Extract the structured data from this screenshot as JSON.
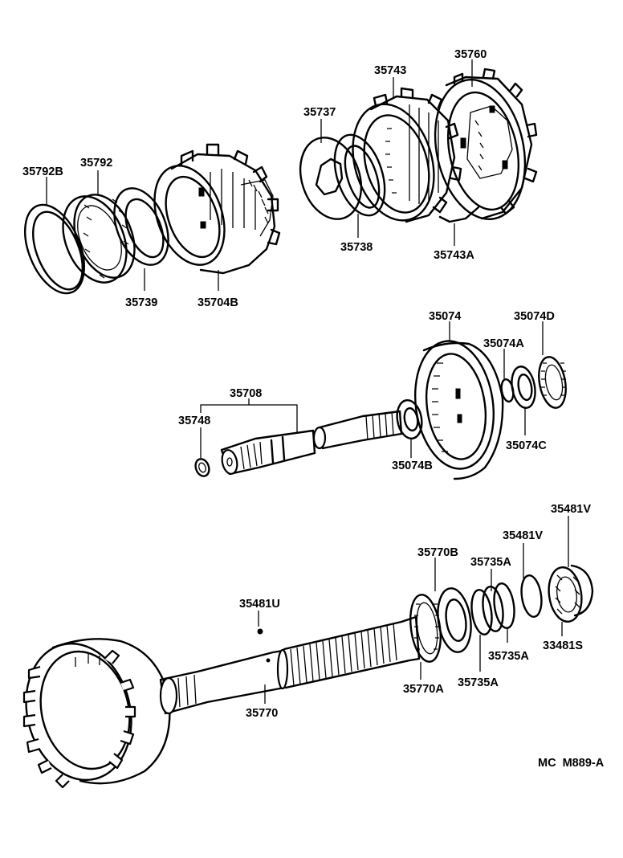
{
  "labels": {
    "l_35792B": "35792B",
    "l_35792": "35792",
    "l_35739": "35739",
    "l_35704B": "35704B",
    "l_35737": "35737",
    "l_35743": "35743",
    "l_35760": "35760",
    "l_35738": "35738",
    "l_35743A": "35743A",
    "l_35074": "35074",
    "l_35074D": "35074D",
    "l_35074A": "35074A",
    "l_35708": "35708",
    "l_35748": "35748",
    "l_35074B": "35074B",
    "l_35074C": "35074C",
    "l_35481V_top": "35481V",
    "l_35481V_2": "35481V",
    "l_35770B": "35770B",
    "l_35735A_top": "35735A",
    "l_35481U": "35481U",
    "l_35735A_mid": "35735A",
    "l_33481S": "33481S",
    "l_35770A": "35770A",
    "l_35735A_bot": "35735A",
    "l_35770": "35770"
  },
  "footer": {
    "code": "MC  M889-A"
  }
}
